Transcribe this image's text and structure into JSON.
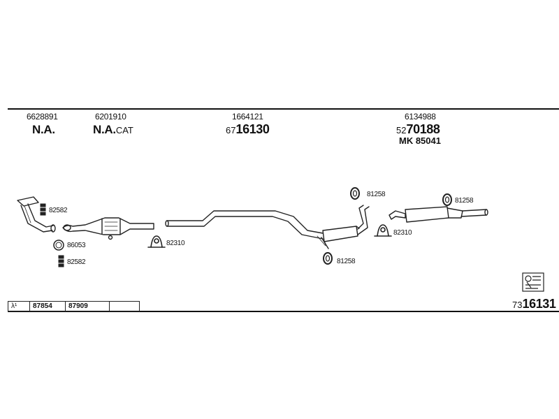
{
  "columns": [
    {
      "number": "6628891",
      "name_main": "N.A.",
      "name_suffix": ""
    },
    {
      "number": "6201910",
      "name_main": "N.A.",
      "name_suffix": "CAT"
    },
    {
      "number": "1664121",
      "prefix": "67",
      "code": "16130"
    },
    {
      "number": "6134988",
      "prefix": "52",
      "code": "70188",
      "kit": "MK 85041"
    }
  ],
  "parts": {
    "gasket_top_left": "82582",
    "ring_left": "86053",
    "gasket_bottom_left": "82582",
    "clamp_cat": "82310",
    "hanger_mid_top": "81258",
    "hanger_mid_bottom": "81258",
    "clamp_mid": "82310",
    "hanger_rear": "81258"
  },
  "legend": {
    "symbol": "λ¹",
    "codes": [
      "87854",
      "87909",
      ""
    ]
  },
  "footer": {
    "prefix": "73",
    "code": "16131"
  }
}
